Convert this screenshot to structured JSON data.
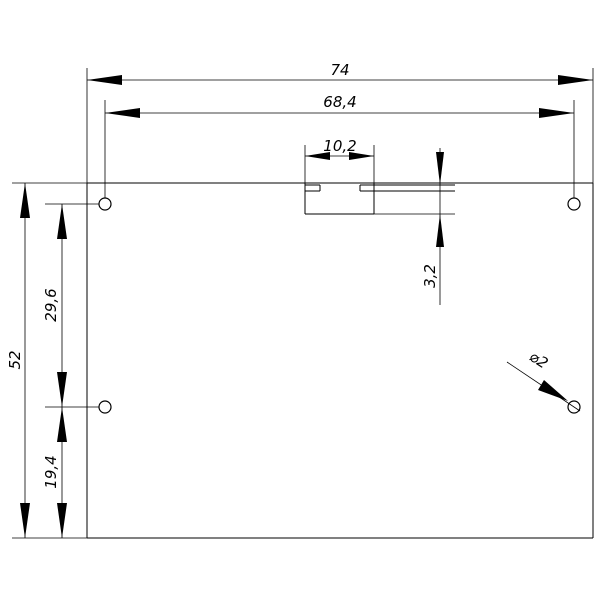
{
  "drawing": {
    "dimensions": {
      "overall_width": "74",
      "hole_spacing_x": "68,4",
      "slot_width": "10,2",
      "slot_height": "3,2",
      "hole_diameter": "⌀2",
      "overall_height": "52",
      "hole_spacing_y": "29,6",
      "bottom_offset": "19,4"
    }
  }
}
